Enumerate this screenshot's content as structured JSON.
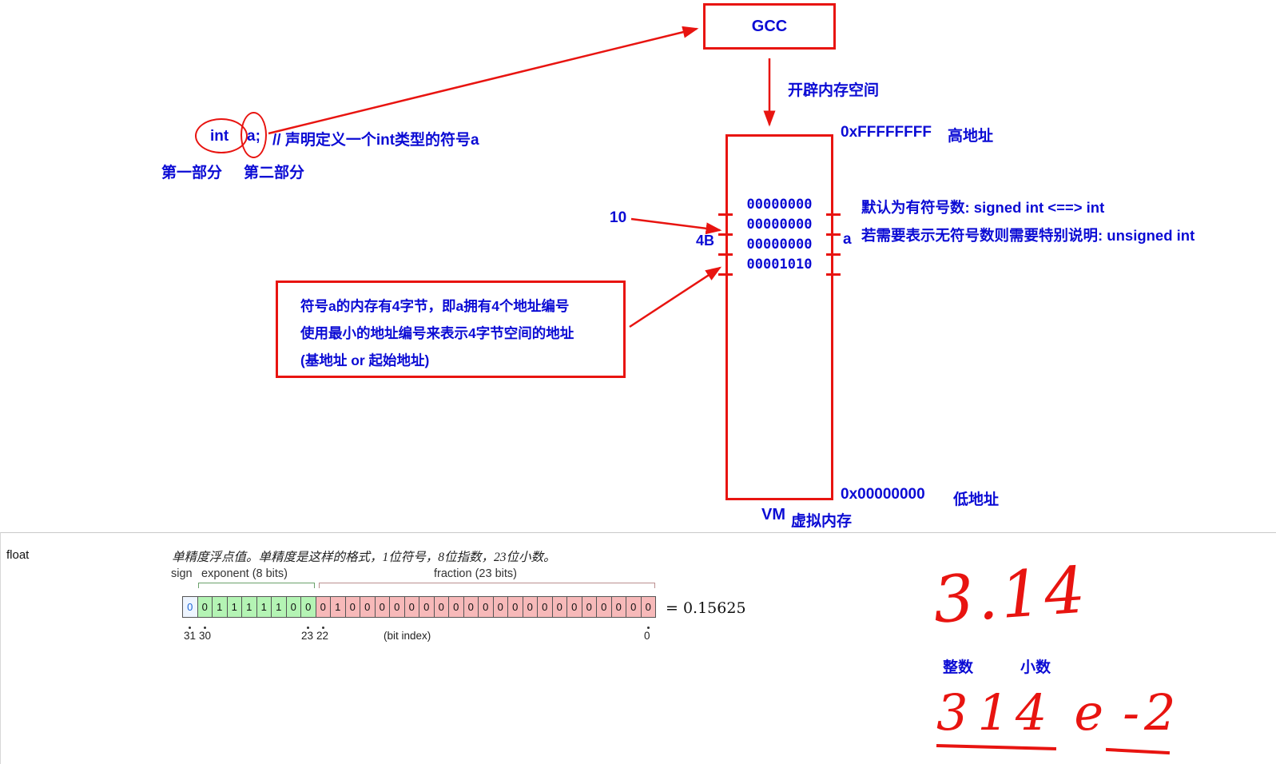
{
  "colors": {
    "blue": "#0b0bd4",
    "red": "#e81410"
  },
  "gcc_box": {
    "label": "GCC"
  },
  "alloc": {
    "label": "开辟内存空间"
  },
  "declaration": {
    "keyword": "int",
    "variable": "a;",
    "comment": "// 声明定义一个int类型的符号a",
    "part1": "第一部分",
    "part2": "第二部分"
  },
  "memory": {
    "bytes": [
      "00000000",
      "00000000",
      "00000000",
      "00001010"
    ],
    "value": "10",
    "size": "4B",
    "var": "a",
    "high_addr": "0xFFFFFFFF",
    "high_addr_label": "高地址",
    "low_addr": "0x00000000",
    "low_addr_label": "低地址",
    "vm": "VM",
    "vm_label": "虚拟内存"
  },
  "sign_notes": {
    "line1": "默认为有符号数:  signed  int   <==>  int",
    "line2": "若需要表示无符号数则需要特别说明:  unsigned  int"
  },
  "note_box": {
    "line1": "符号a的内存有4字节，即a拥有4个地址编号",
    "line2": "使用最小的地址编号来表示4字节空间的地址",
    "line3": "(基地址 or 起始地址)"
  },
  "float_doc": {
    "term": "float",
    "description": "单精度浮点值。单精度是这样的格式，1位符号，8位指数，23位小数。",
    "sign_label": "sign",
    "exponent_label": "exponent (8 bits)",
    "fraction_label": "fraction (23 bits)",
    "sign_bits": [
      "0"
    ],
    "exponent_bits": [
      "0",
      "1",
      "1",
      "1",
      "1",
      "1",
      "0",
      "0"
    ],
    "fraction_bits": [
      "0",
      "1",
      "0",
      "0",
      "0",
      "0",
      "0",
      "0",
      "0",
      "0",
      "0",
      "0",
      "0",
      "0",
      "0",
      "0",
      "0",
      "0",
      "0",
      "0",
      "0",
      "0",
      "0"
    ],
    "equals": "= 0.15625",
    "idx_31": "31",
    "idx_30": "30",
    "idx_23": "23",
    "idx_22": "22",
    "bit_index_label": "(bit index)",
    "idx_0": "0"
  },
  "handwriting": {
    "number": "3.14",
    "integer_label": "整数",
    "fraction_label": "小数",
    "sci_d1": "3",
    "sci_d2": "1",
    "sci_d3": "4",
    "sci_e": "e",
    "sci_exp": "-2"
  }
}
